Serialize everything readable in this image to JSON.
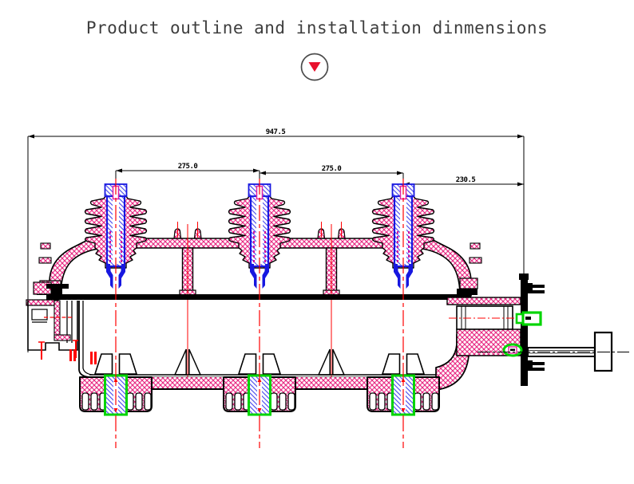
{
  "title": "Product outline and installation dinmensions",
  "decor_icon": {
    "name": "down-triangle-in-circle",
    "triangle_color": "#e8112d",
    "ring_color": "#4a4a4a"
  },
  "drawing": {
    "dimensions": {
      "overall_width": "947.5",
      "pole_pitch_left": "275.0",
      "pole_pitch_right": "275.0",
      "pole_to_right_edge": "230.5"
    },
    "colors": {
      "hatch_pink": "#ee2f7e",
      "component_blue": "#1717e0",
      "highlight_green": "#00d400",
      "centerline_red": "#ff0000",
      "outline_black": "#000000"
    }
  }
}
